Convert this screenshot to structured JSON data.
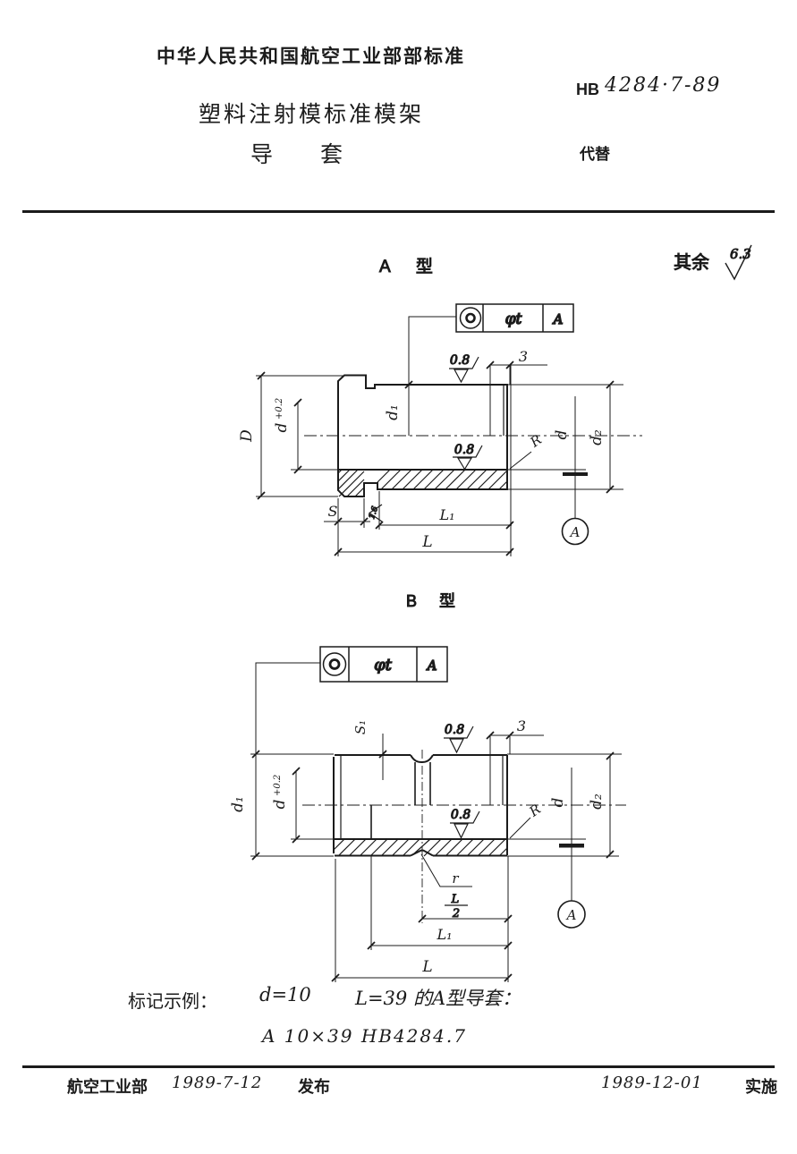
{
  "colors": {
    "ink": "#1b1b1b",
    "paper": "#ffffff"
  },
  "header": {
    "org_standard": "中华人民共和国航空工业部部标准",
    "std_prefix": "HB",
    "std_number": "4284·7-89",
    "title": "塑料注射模标准模架",
    "subtitle": "导　套",
    "supersedes": "代替"
  },
  "surface_note": {
    "label": "其余",
    "value": "6.3"
  },
  "drawing_a": {
    "caption": "A 型",
    "fcf": {
      "symbol": "concentricity",
      "tolerance": "φt",
      "datum": "A"
    },
    "labels": {
      "D": "D",
      "d_fit": "d",
      "d_fit_tol": "+0.2",
      "d1": "d₁",
      "rough_top": "0.8",
      "rough_bore": "0.8",
      "rough_face": "1.6",
      "end_len": "3",
      "R": "R",
      "d": "d",
      "d2": "d₂",
      "S": "S",
      "L1": "L₁",
      "L": "L",
      "datum": "A"
    }
  },
  "drawing_b": {
    "caption": "B 型",
    "fcf": {
      "symbol": "concentricity",
      "tolerance": "φt",
      "datum": "A"
    },
    "labels": {
      "d1": "d₁",
      "d_fit": "d",
      "d_fit_tol": "+0.2",
      "S1": "S₁",
      "rough_top": "0.8",
      "rough_bore": "0.8",
      "end_len": "3",
      "R": "R",
      "d": "d",
      "d2": "d₂",
      "r": "r",
      "half_L_num": "L",
      "half_L_den": "2",
      "L1": "L₁",
      "L": "L",
      "datum": "A"
    }
  },
  "example": {
    "label": "标记示例：",
    "d_value": "d=10",
    "description": "L=39 的A型导套：",
    "designation": "A 10×39 HB4284.7"
  },
  "footer": {
    "org": "航空工业部",
    "release_date": "1989-7-12",
    "release_label": "发布",
    "implement_date": "1989-12-01",
    "implement_label": "实施"
  }
}
